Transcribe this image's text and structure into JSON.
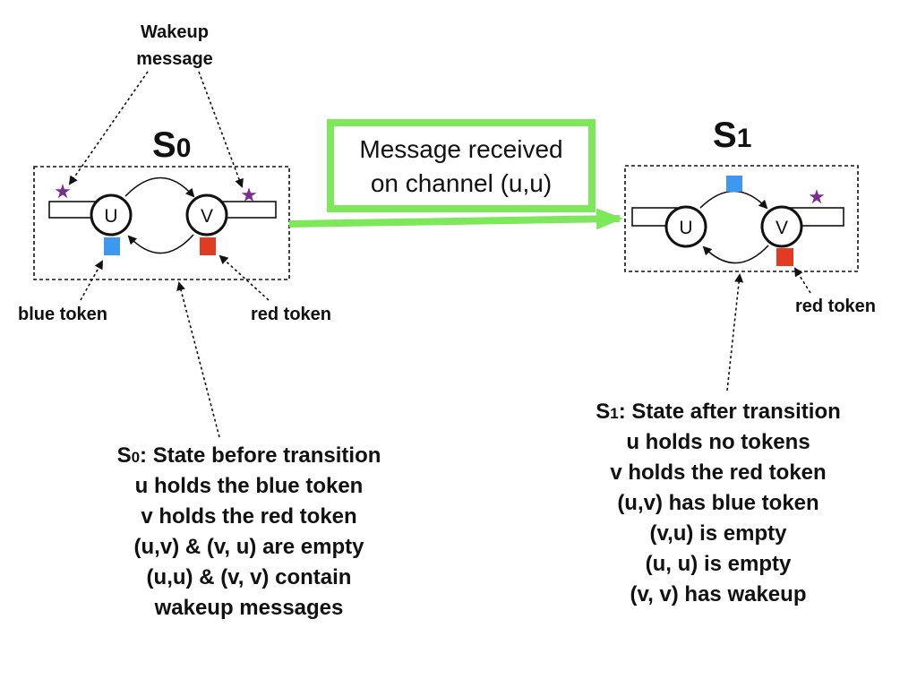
{
  "colors": {
    "blue_token": "#3D99F0",
    "red_token": "#E23B24",
    "star": "#7B2D8E",
    "transition_arrow": "#7CE85A",
    "stroke": "#111111"
  },
  "left_state": {
    "title_letter": "S",
    "title_sub": "0",
    "node_u": "U",
    "node_v": "V",
    "wakeup_label_line1": "Wakeup",
    "wakeup_label_line2": "message",
    "blue_token_label": "blue token",
    "red_token_label": "red token",
    "description": {
      "line1_prefix": "S",
      "line1_sub": "0",
      "line1_rest": ": State before transition",
      "line2": "u holds the blue token",
      "line3": "v holds the red token",
      "line4": "(u,v) & (v, u) are empty",
      "line5": "(u,u) & (v, v) contain",
      "line6": "wakeup messages"
    }
  },
  "transition": {
    "label_line1": "Message received",
    "label_line2": "on channel (u,u)"
  },
  "right_state": {
    "title_letter": "S",
    "title_sub": "1",
    "node_u": "U",
    "node_v": "V",
    "red_token_label": "red token",
    "description": {
      "line1_prefix": "S",
      "line1_sub": "1",
      "line1_rest": ": State after transition",
      "line2": "u holds no tokens",
      "line3": "v holds the red token",
      "line4": "(u,v) has blue token",
      "line5": "(v,u) is empty",
      "line6": "(u, u) is empty",
      "line7": "(v, v) has wakeup"
    }
  }
}
